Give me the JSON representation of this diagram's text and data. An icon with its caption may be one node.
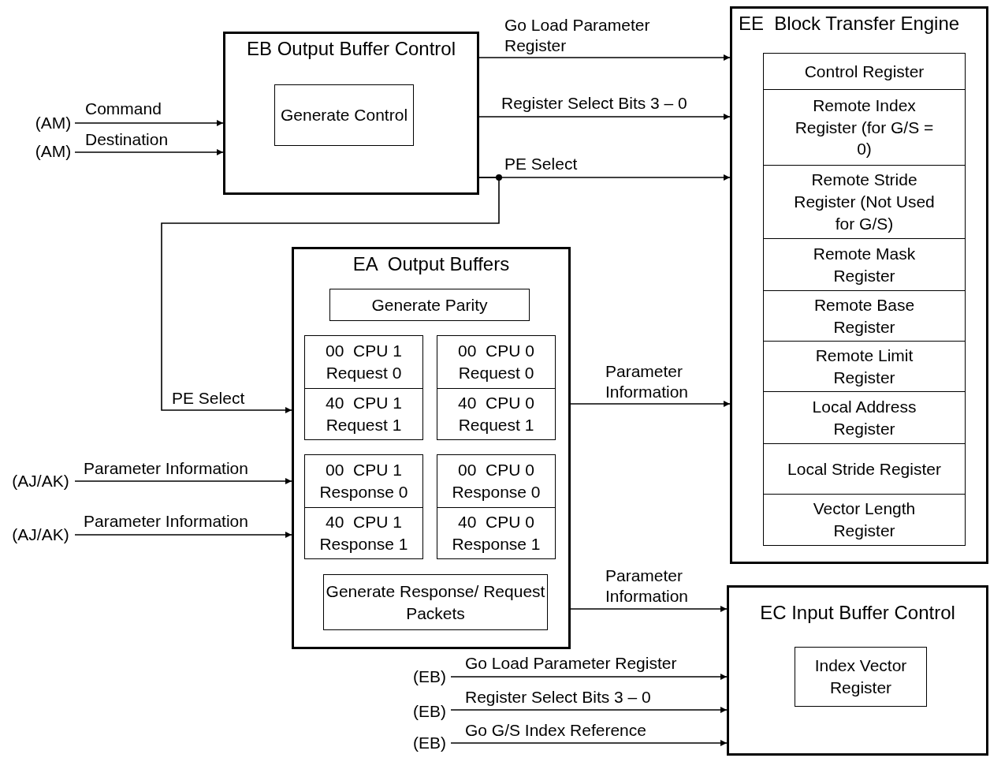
{
  "diagram": {
    "nodes": [
      {
        "text": [
          "EB Output Buffer Control"
        ]
      },
      {
        "text": [
          "Generate Control"
        ],
        "in": 0
      },
      {
        "text": [
          "EE  Block Transfer Engine"
        ]
      },
      {
        "text": [
          "Control Register"
        ],
        "in": 2
      },
      {
        "text": [
          "Remote Index Register (for G/S = 0)"
        ],
        "in": 2
      },
      {
        "text": [
          "Remote Stride Register (Not Used for G/S)"
        ],
        "in": 2
      },
      {
        "text": [
          "Remote Mask Register"
        ],
        "in": 2
      },
      {
        "text": [
          "Remote Base Register"
        ],
        "in": 2
      },
      {
        "text": [
          "Remote Limit Register"
        ],
        "in": 2
      },
      {
        "text": [
          "Local Address Register"
        ],
        "in": 2
      },
      {
        "text": [
          "Local Stride Register"
        ],
        "in": 2
      },
      {
        "text": [
          "Vector Length Register"
        ],
        "in": 2
      },
      {
        "text": [
          "EA  Output Buffers"
        ]
      },
      {
        "text": [
          "Generate Parity"
        ],
        "in": 12
      },
      {
        "text": [
          "00  CPU 1 Request 0"
        ],
        "in": 12
      },
      {
        "text": [
          "00  CPU 0 Request 0"
        ],
        "in": 12
      },
      {
        "text": [
          "40  CPU 1 Request 1"
        ],
        "in": 12
      },
      {
        "text": [
          "40  CPU 0 Request 1"
        ],
        "in": 12
      },
      {
        "text": [
          "00  CPU 1 Response 0"
        ],
        "in": 12
      },
      {
        "text": [
          "00  CPU 0 Response 0"
        ],
        "in": 12
      },
      {
        "text": [
          "40  CPU 1 Response 1"
        ],
        "in": 12
      },
      {
        "text": [
          "40  CPU 0 Response 1"
        ],
        "in": 12
      },
      {
        "text": [
          "Generate Response/ Request Packets"
        ],
        "in": 12
      },
      {
        "text": [
          "EC Input Buffer Control"
        ]
      },
      {
        "text": [
          "Index Vector Register"
        ],
        "in": 23
      },
      {
        "text": [
          "(AM)"
        ]
      },
      {
        "text": [
          "(AM)"
        ]
      },
      {
        "text": [
          "(AJ/AK)"
        ]
      },
      {
        "text": [
          "(AJ/AK)"
        ]
      },
      {
        "text": [
          "(EB)"
        ]
      },
      {
        "text": [
          "(EB)"
        ]
      },
      {
        "text": [
          "(EB)"
        ]
      }
    ],
    "edges": [
      {
        "from": 25,
        "to": 0,
        "arrow": "to",
        "label": "Command"
      },
      {
        "from": 26,
        "to": 0,
        "arrow": "to",
        "label": "Destination"
      },
      {
        "from": 0,
        "to": 2,
        "arrow": "to",
        "label": "Go Load Parameter Register"
      },
      {
        "from": 0,
        "to": 2,
        "arrow": "to",
        "label": "Register Select Bits 3 – 0"
      },
      {
        "from": 0,
        "to": 2,
        "arrow": "to",
        "label": "PE Select"
      },
      {
        "from": 0,
        "to": 12,
        "arrow": "to",
        "label": "PE Select"
      },
      {
        "from": 27,
        "to": 12,
        "arrow": "to",
        "label": "Parameter Information"
      },
      {
        "from": 28,
        "to": 12,
        "arrow": "to",
        "label": "Parameter Information"
      },
      {
        "from": 12,
        "to": 2,
        "arrow": "to",
        "label": "Parameter Information"
      },
      {
        "from": 12,
        "to": 23,
        "arrow": "to",
        "label": "Parameter Information"
      },
      {
        "from": 29,
        "to": 23,
        "arrow": "to",
        "label": "Go Load Parameter Register"
      },
      {
        "from": 30,
        "to": 23,
        "arrow": "to",
        "label": "Register Select Bits 3 – 0"
      },
      {
        "from": 31,
        "to": 23,
        "arrow": "to",
        "label": "Go G/S Index Reference"
      }
    ]
  }
}
